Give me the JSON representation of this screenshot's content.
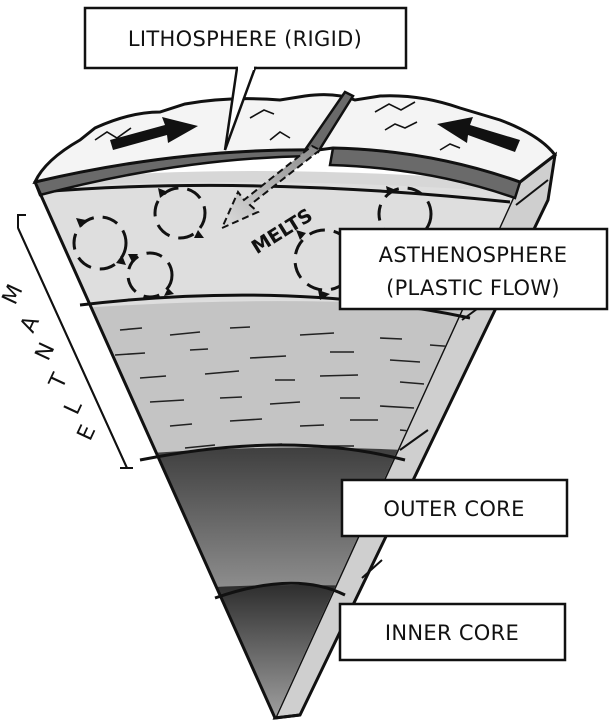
{
  "labels": {
    "lithosphere": "LITHOSPHERE (RIGID)",
    "asthenosphere_line1": "ASTHENOSPHERE",
    "asthenosphere_line2": "(PLASTIC FLOW)",
    "outer_core": "OUTER CORE",
    "inner_core": "INNER CORE",
    "mantle": "MANTLE",
    "melts": "MELTS"
  },
  "colors": {
    "lithosphere": "#707070",
    "asthenosphere": "#d7d7d7",
    "lower_mantle": "#bdbdbd",
    "outer_core": "#8a8a8a",
    "inner_core": "#5a5a5a",
    "surface": "#f4f4f4",
    "outline": "#111111"
  }
}
